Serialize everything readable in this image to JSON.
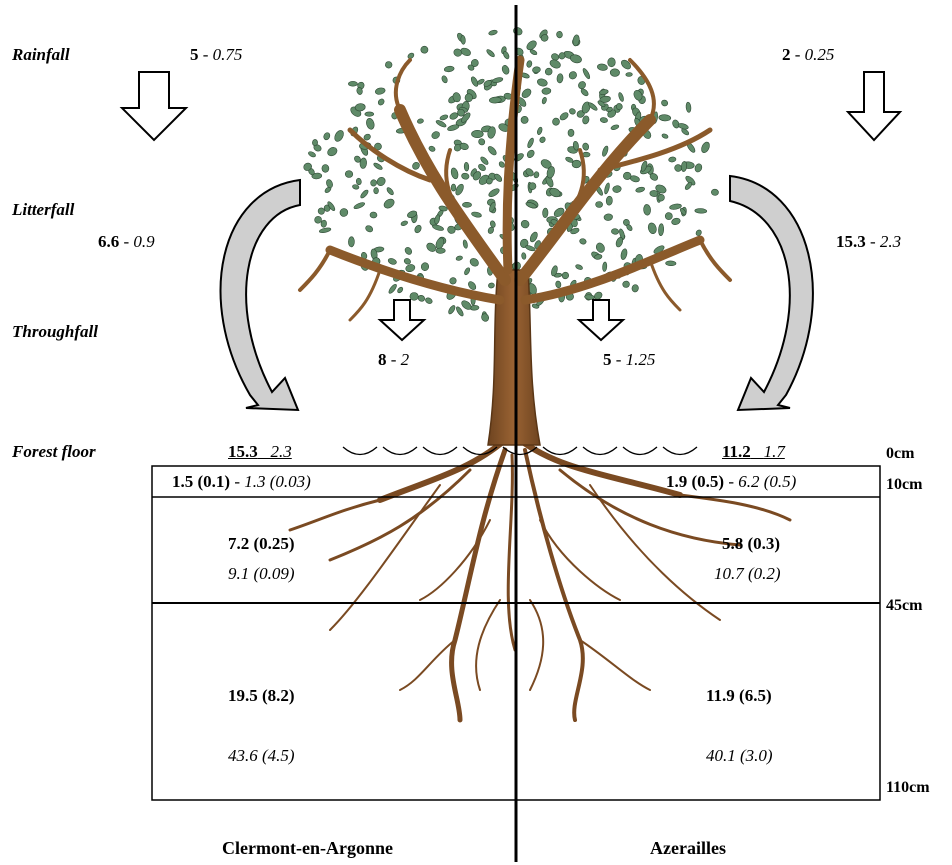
{
  "labels": {
    "rainfall": "Rainfall",
    "litterfall": "Litterfall",
    "throughfall": "Throughfall",
    "forest_floor": "Forest floor"
  },
  "depths": [
    "0cm",
    "10cm",
    "45cm",
    "110cm"
  ],
  "sites": {
    "left": "Clermont-en-Argonne",
    "right": "Azerailles"
  },
  "left": {
    "rainfall": {
      "a": "5",
      "sep": " - ",
      "b": "0.75"
    },
    "litterfall": {
      "a": "6.6",
      "sep": " - ",
      "b": "0.9"
    },
    "throughfall": {
      "a": "8",
      "sep": " - ",
      "b": "2"
    },
    "forest_floor": {
      "a": "15.3",
      "b": "2.3"
    },
    "soil_0_10": {
      "a": "1.5 (0.1)",
      "sep": " - ",
      "b": "1.3 (0.03)"
    },
    "soil_10_45": {
      "a": "7.2 (0.25)",
      "b": "9.1 (0.09)"
    },
    "soil_45_110": {
      "a": "19.5 (8.2)",
      "b": "43.6 (4.5)"
    }
  },
  "right": {
    "rainfall": {
      "a": "2",
      "sep": " - ",
      "b": "0.25"
    },
    "litterfall": {
      "a": "15.3",
      "sep": " - ",
      "b": "2.3"
    },
    "throughfall": {
      "a": "5",
      "sep": " - ",
      "b": "1.25"
    },
    "forest_floor": {
      "a": "11.2",
      "b": "1.7"
    },
    "soil_0_10": {
      "a": "1.9 (0.5)",
      "sep": " - ",
      "b": "6.2 (0.5)"
    },
    "soil_10_45": {
      "a": "5.8 (0.3)",
      "b": "10.7 (0.2)"
    },
    "soil_45_110": {
      "a": "11.9 (6.5)",
      "b": "40.1 (3.0)"
    }
  },
  "colors": {
    "trunk": "#8b5a2b",
    "leaf": "#5f8a68",
    "arrow_fill": "#cfcfcf"
  }
}
